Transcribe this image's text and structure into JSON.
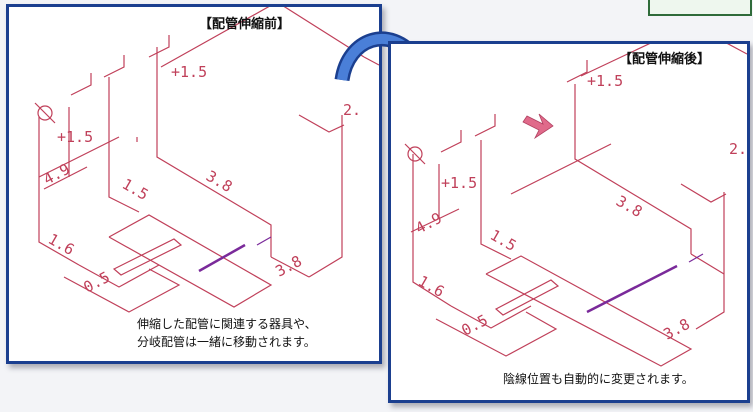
{
  "left_panel": {
    "title": "【配管伸縮前】",
    "caption_line1": "伸縮した配管に関連する器具や、",
    "caption_line2": "分岐配管は一緒に移動されます。",
    "dimensions": [
      "+1.5",
      "+1.5",
      "4.9",
      "1.5",
      "3.8",
      "1.6",
      "0.5",
      "3.8",
      "2."
    ]
  },
  "right_panel": {
    "title": "【配管伸縮後】",
    "caption": "陰線位置も自動的に変更されます。",
    "dimensions": [
      "+1.5",
      "+1.5",
      "4.9",
      "1.5",
      "3.8",
      "1.6",
      "0.5",
      "3.8",
      "2."
    ]
  },
  "colors": {
    "frame": "#1b3f8f",
    "pipe": "#c0405a",
    "highlight": "#7a2a9a",
    "arrow": "#2f5fc4"
  }
}
